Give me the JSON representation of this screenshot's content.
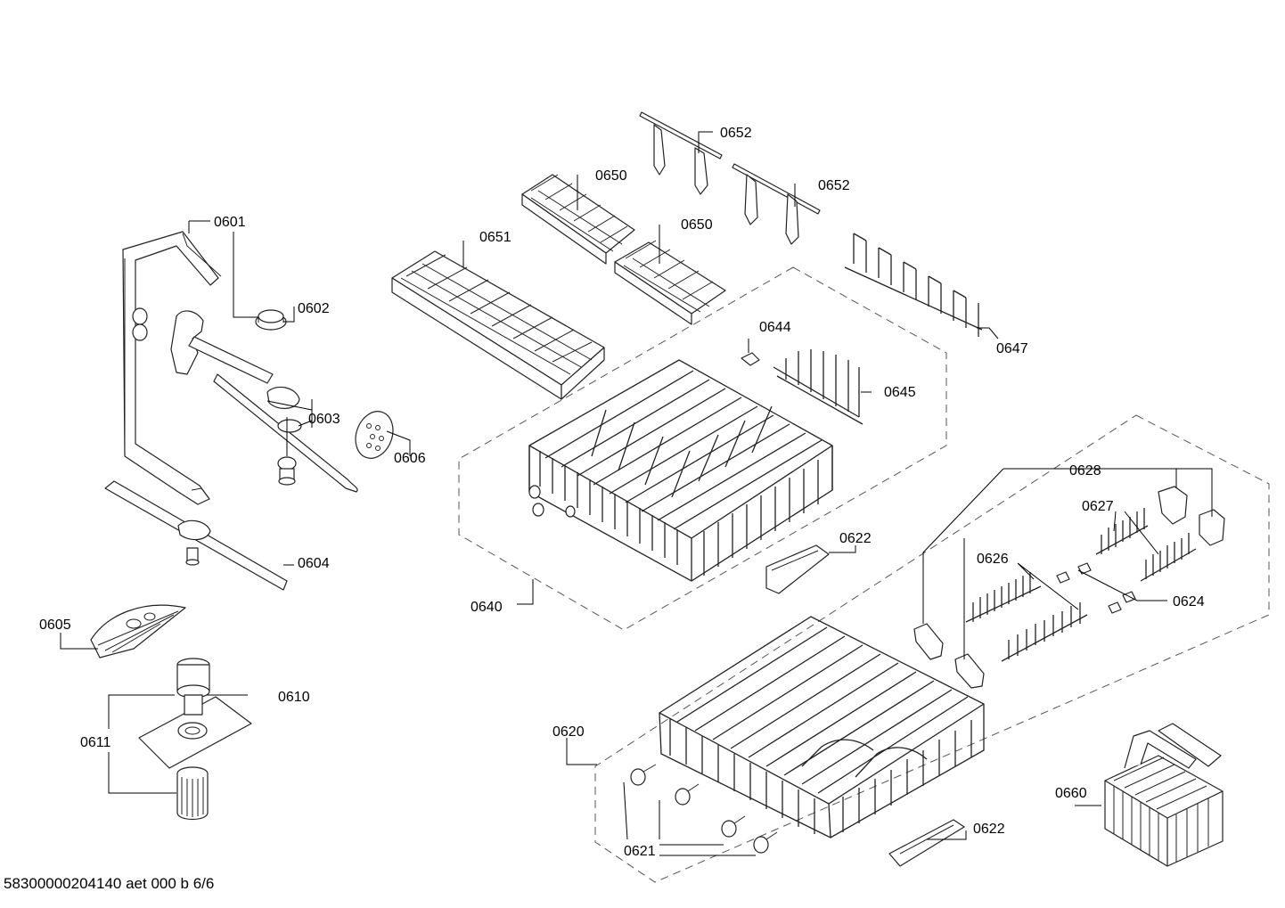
{
  "document_id": "58300000204140 aet 000 b 6/6",
  "callouts": {
    "c0601": "0601",
    "c0602": "0602",
    "c0603": "0603",
    "c0604": "0604",
    "c0605": "0605",
    "c0606": "0606",
    "c0610": "0610",
    "c0611": "0611",
    "c0620": "0620",
    "c0621": "0621",
    "c0622a": "0622",
    "c0622b": "0622",
    "c0624": "0624",
    "c0626": "0626",
    "c0627": "0627",
    "c0628": "0628",
    "c0640": "0640",
    "c0644": "0644",
    "c0645": "0645",
    "c0647": "0647",
    "c0650a": "0650",
    "c0650b": "0650",
    "c0651": "0651",
    "c0652a": "0652",
    "c0652b": "0652",
    "c0660": "0660"
  }
}
